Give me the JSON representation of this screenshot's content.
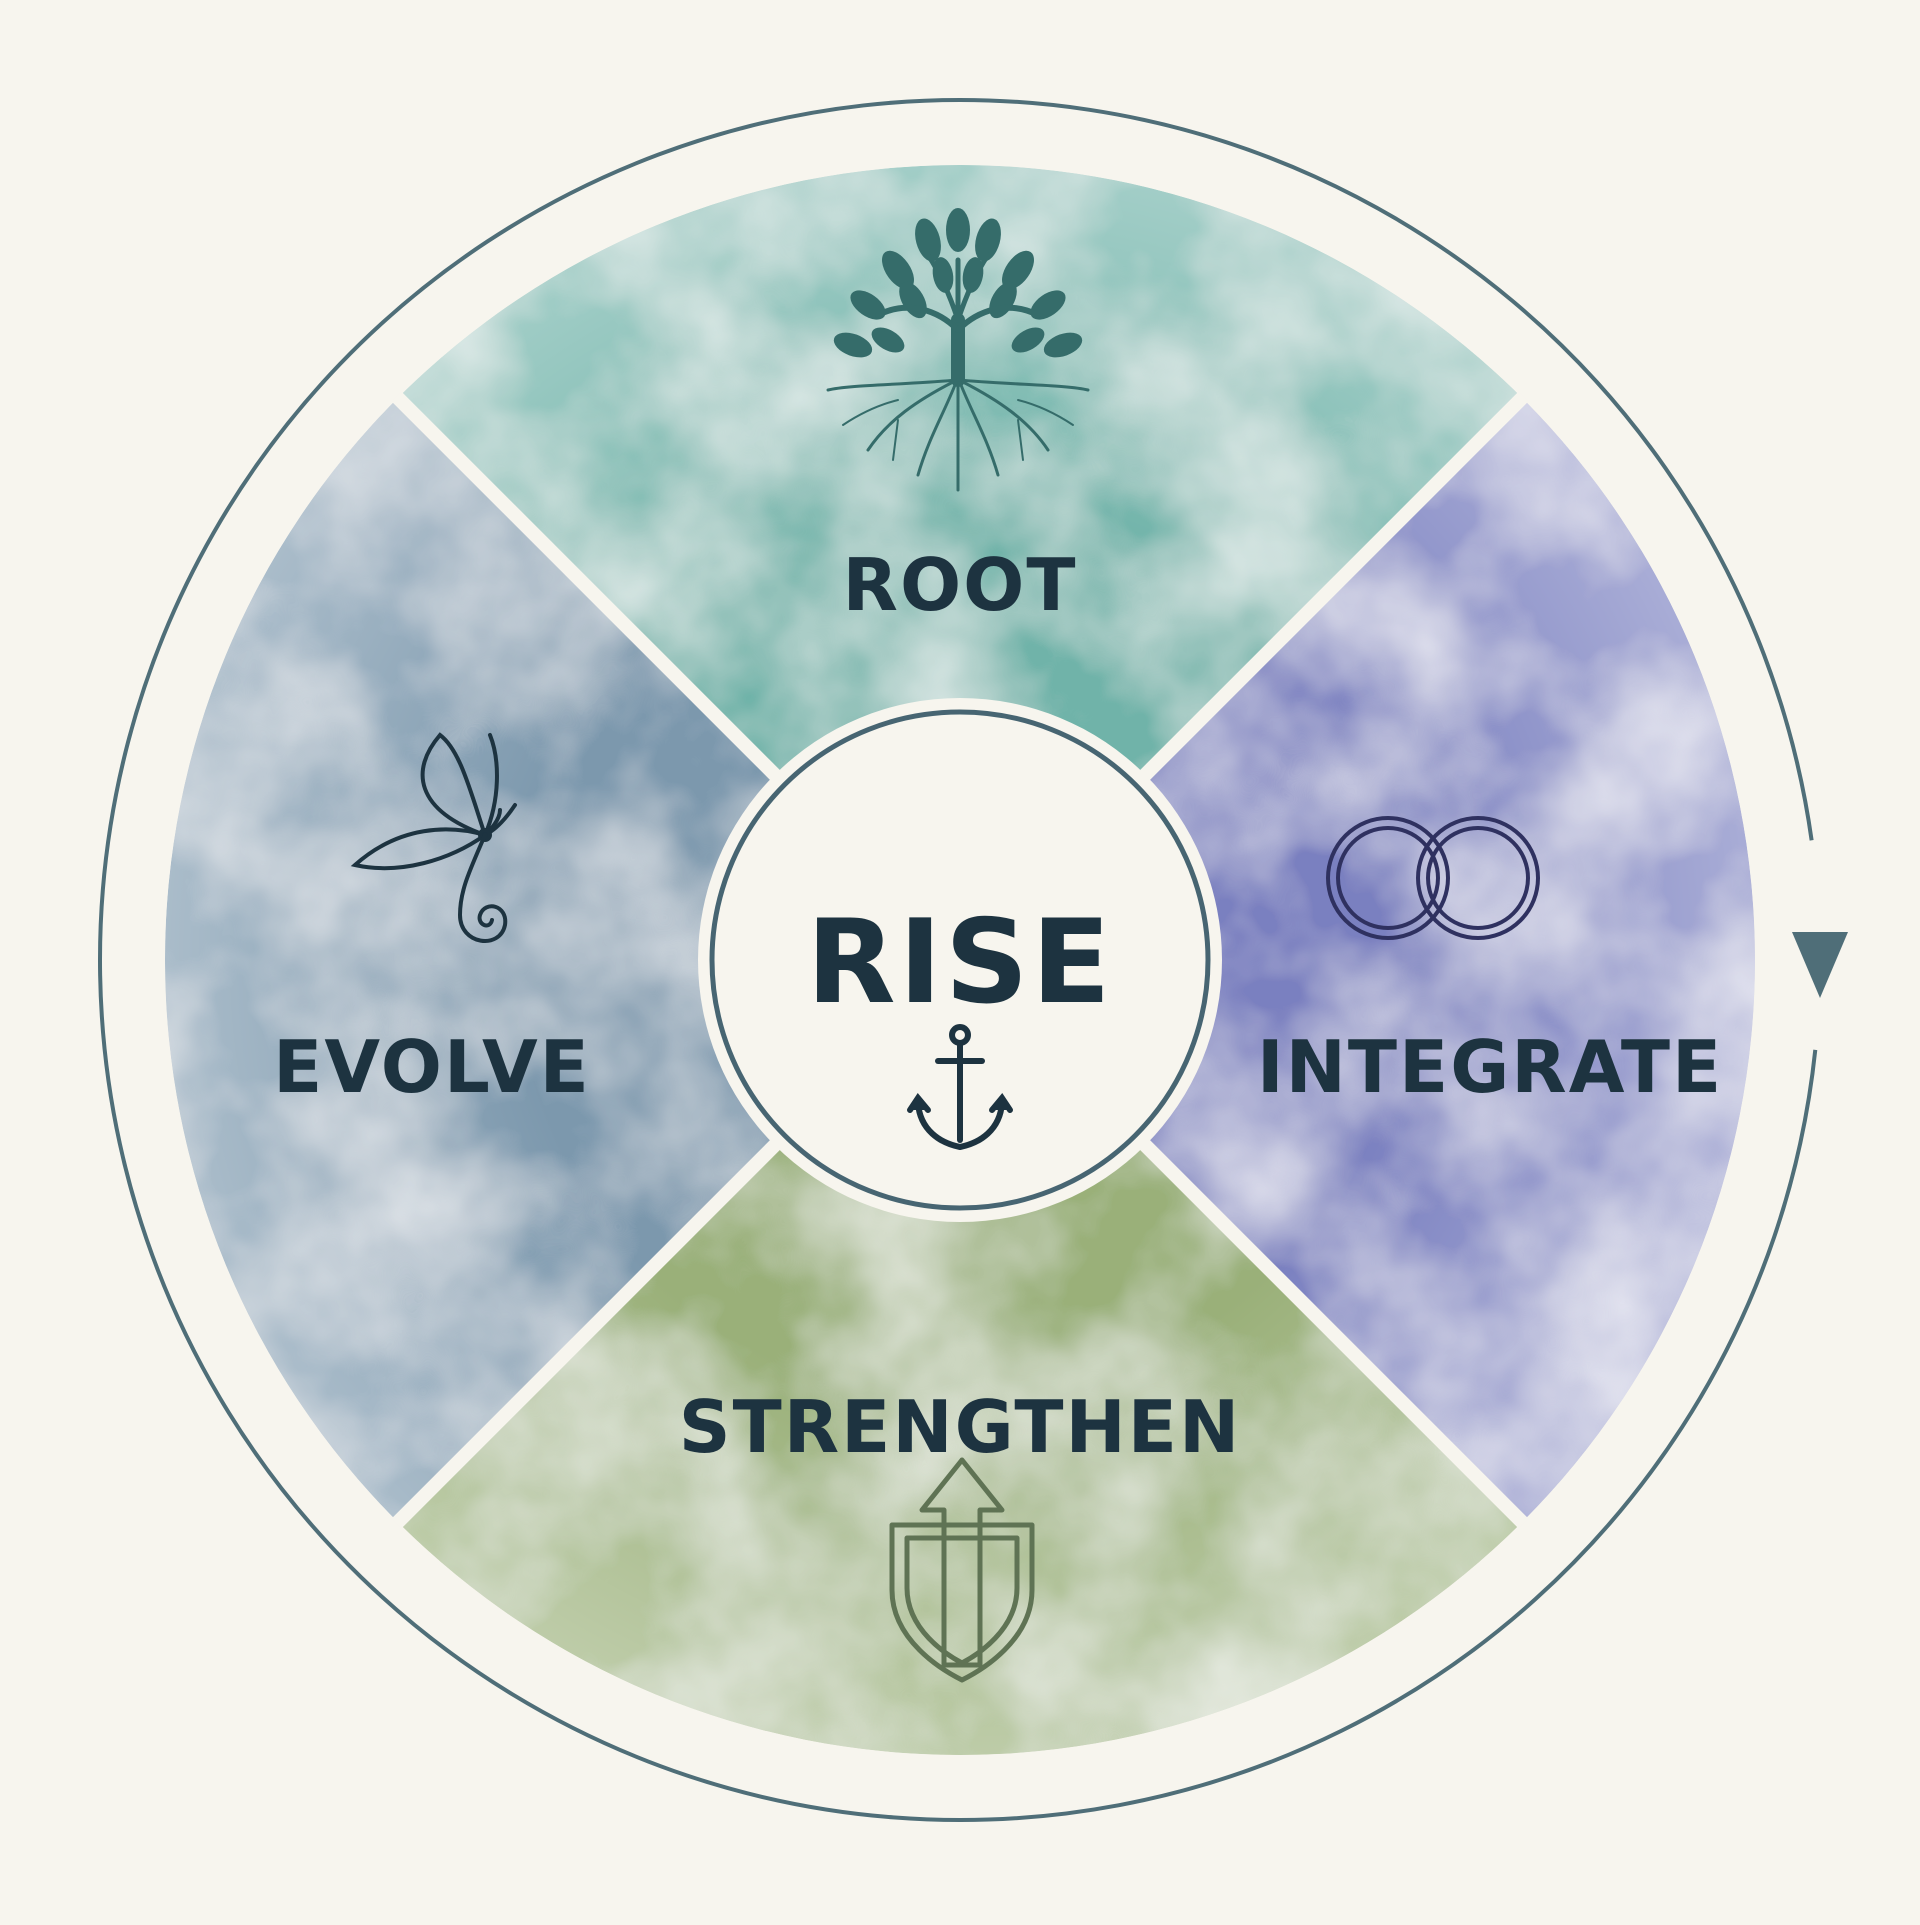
{
  "center": {
    "label": "RISE",
    "icon": "anchor-icon",
    "fill": "#f8f6ef",
    "ring_color": "#476572"
  },
  "segments": [
    {
      "id": "root",
      "label": "ROOT",
      "icon": "tree-of-life-icon",
      "color": "#6fb3a9",
      "icon_color": "#356c6a"
    },
    {
      "id": "integrate",
      "label": "INTEGRATE",
      "icon": "interlocking-rings-icon",
      "color": "#7a80c0",
      "icon_color": "#2f3160"
    },
    {
      "id": "strengthen",
      "label": "STRENGTHEN",
      "icon": "arrow-shield-icon",
      "color": "#9ab079",
      "icon_color": "#5f7354"
    },
    {
      "id": "evolve",
      "label": "EVOLVE",
      "icon": "butterfly-spiral-icon",
      "color": "#7b98ad",
      "icon_color": "#1d3340"
    }
  ],
  "cycle": {
    "direction": "clockwise",
    "arrow_icon": "cycle-arrow-icon",
    "color": "#4f6e78"
  },
  "colors": {
    "background": "#f7f5ee",
    "divider": "#f7f5ee",
    "text": "#1d3340"
  }
}
